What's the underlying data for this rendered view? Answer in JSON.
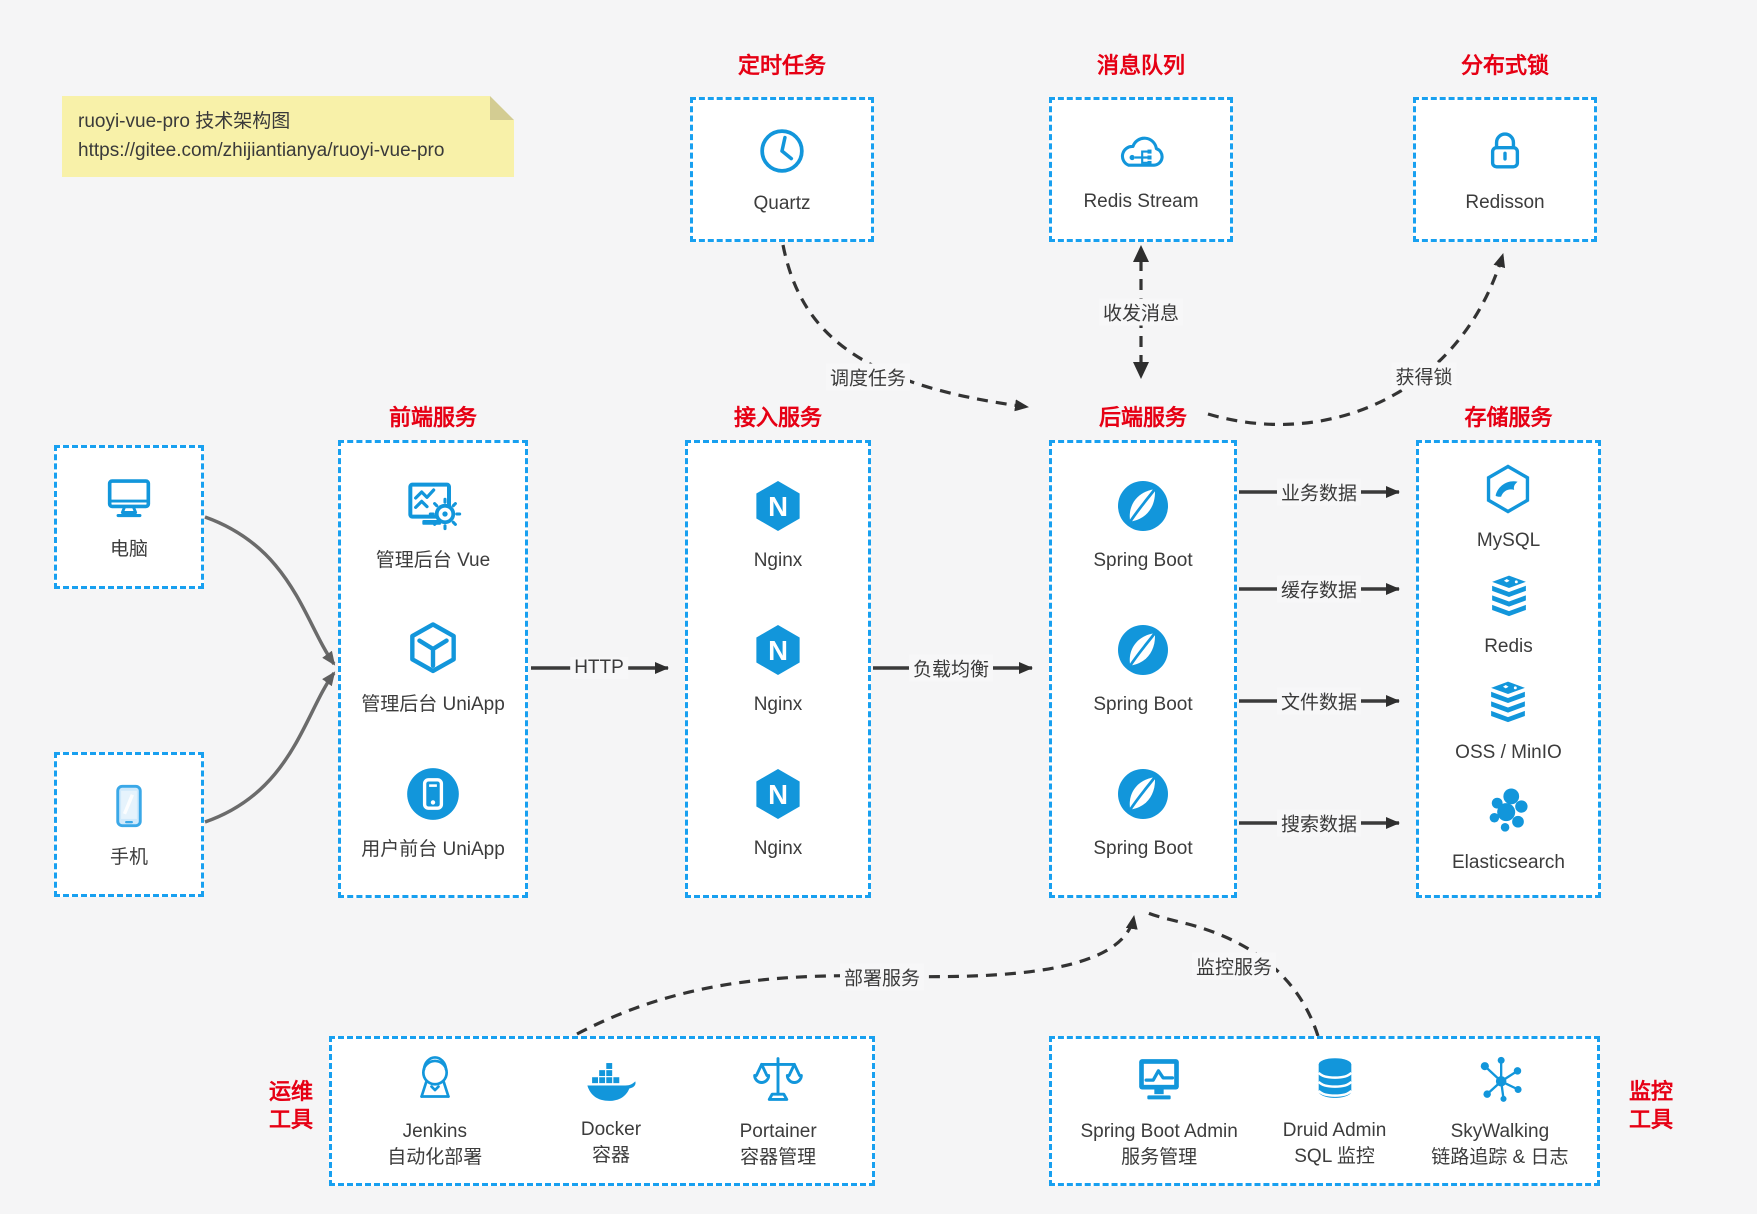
{
  "note": {
    "title": "ruoyi-vue-pro 技术架构图",
    "url": "https://gitee.com/zhijiantianya/ruoyi-vue-pro"
  },
  "colors": {
    "accent_blue": "#1296db",
    "border_blue": "#18a0f0",
    "title_red": "#e60014",
    "arrow_dark": "#3a3a3a",
    "arrow_gray": "#6b6b6b",
    "note_bg": "#f8f1a9"
  },
  "top_groups": [
    {
      "title": "定时任务",
      "label": "Quartz",
      "icon": "clock-icon"
    },
    {
      "title": "消息队列",
      "label": "Redis Stream",
      "icon": "cloud-network-icon"
    },
    {
      "title": "分布式锁",
      "label": "Redisson",
      "icon": "lock-icon"
    }
  ],
  "devices": [
    {
      "label": "电脑",
      "icon": "computer-icon"
    },
    {
      "label": "手机",
      "icon": "phone-icon"
    }
  ],
  "columns": [
    {
      "title": "前端服务",
      "items": [
        {
          "label": "管理后台 Vue",
          "icon": "admin-vue-icon"
        },
        {
          "label": "管理后台 UniApp",
          "icon": "uniapp-cube-icon"
        },
        {
          "label": "用户前台 UniApp",
          "icon": "user-uniapp-icon"
        }
      ]
    },
    {
      "title": "接入服务",
      "items": [
        {
          "label": "Nginx",
          "icon": "nginx-icon"
        },
        {
          "label": "Nginx",
          "icon": "nginx-icon"
        },
        {
          "label": "Nginx",
          "icon": "nginx-icon"
        }
      ]
    },
    {
      "title": "后端服务",
      "items": [
        {
          "label": "Spring Boot",
          "icon": "spring-icon"
        },
        {
          "label": "Spring Boot",
          "icon": "spring-icon"
        },
        {
          "label": "Spring Boot",
          "icon": "spring-icon"
        }
      ]
    },
    {
      "title": "存储服务",
      "items": [
        {
          "label": "MySQL",
          "icon": "mysql-icon"
        },
        {
          "label": "Redis",
          "icon": "redis-stack-icon"
        },
        {
          "label": "OSS / MinIO",
          "icon": "oss-stack-icon"
        },
        {
          "label": "Elasticsearch",
          "icon": "elasticsearch-icon"
        }
      ]
    }
  ],
  "edges": {
    "http": "HTTP",
    "load_balance": "负载均衡",
    "schedule": "调度任务",
    "message": "收发消息",
    "lock": "获得锁",
    "deploy": "部署服务",
    "monitor": "监控服务",
    "storage": [
      "业务数据",
      "缓存数据",
      "文件数据",
      "搜索数据"
    ]
  },
  "icons": {
    "nginx_letter": "N"
  },
  "bottom_groups": [
    {
      "title_lines": [
        "运维",
        "工具"
      ],
      "items": [
        {
          "label": "Jenkins",
          "sub": "自动化部署",
          "icon": "jenkins-icon"
        },
        {
          "label": "Docker",
          "sub": "容器",
          "icon": "docker-icon"
        },
        {
          "label": "Portainer",
          "sub": "容器管理",
          "icon": "portainer-icon"
        }
      ]
    },
    {
      "title_lines": [
        "监控",
        "工具"
      ],
      "items": [
        {
          "label": "Spring Boot Admin",
          "sub": "服务管理",
          "icon": "sba-icon"
        },
        {
          "label": "Druid Admin",
          "sub": "SQL 监控",
          "icon": "druid-icon"
        },
        {
          "label": "SkyWalking",
          "sub": "链路追踪 & 日志",
          "icon": "skywalking-icon"
        }
      ]
    }
  ]
}
